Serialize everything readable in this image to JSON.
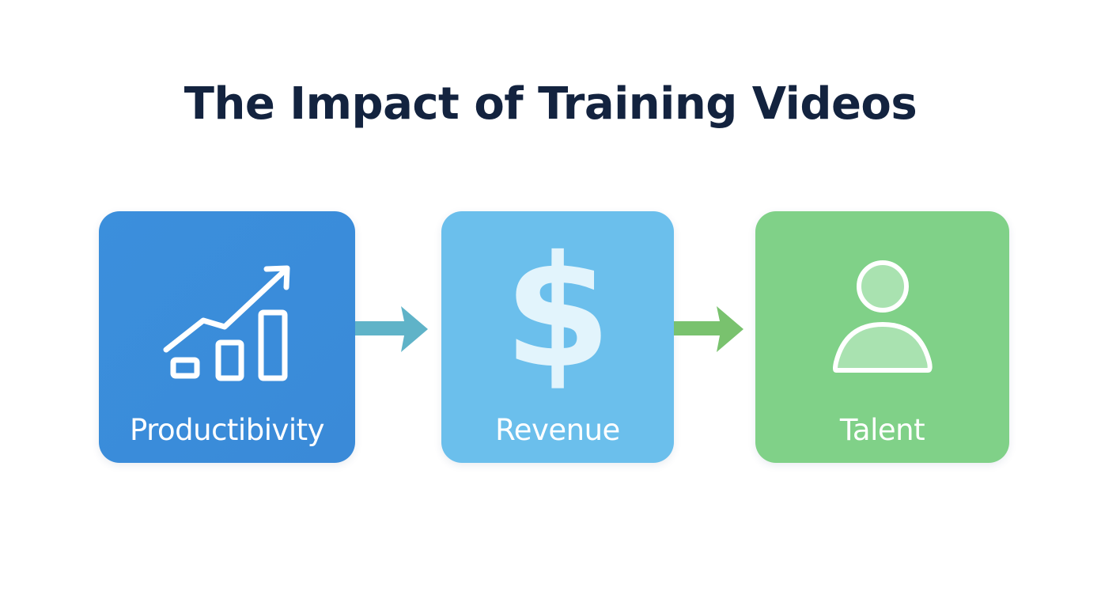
{
  "title": "The Impact of Training Videos",
  "colors": {
    "title": "#13233f",
    "productivity": "#3b8fdc",
    "revenue": "#6bbfec",
    "talent": "#80d188",
    "arrow1": "#5fb3c8",
    "arrow2": "#79c26e",
    "icon_stroke": "#ffffff",
    "talent_icon_fill": "#a9e2b0"
  },
  "steps": [
    {
      "label": "Productibivity",
      "icon": "growth-chart-icon"
    },
    {
      "label": "Revenue",
      "icon": "dollar-icon"
    },
    {
      "label": "Talent",
      "icon": "person-icon"
    }
  ],
  "connectors": [
    {
      "from": "Productibivity",
      "to": "Revenue",
      "icon": "arrow-right-icon"
    },
    {
      "from": "Revenue",
      "to": "Talent",
      "icon": "arrow-right-icon"
    }
  ]
}
